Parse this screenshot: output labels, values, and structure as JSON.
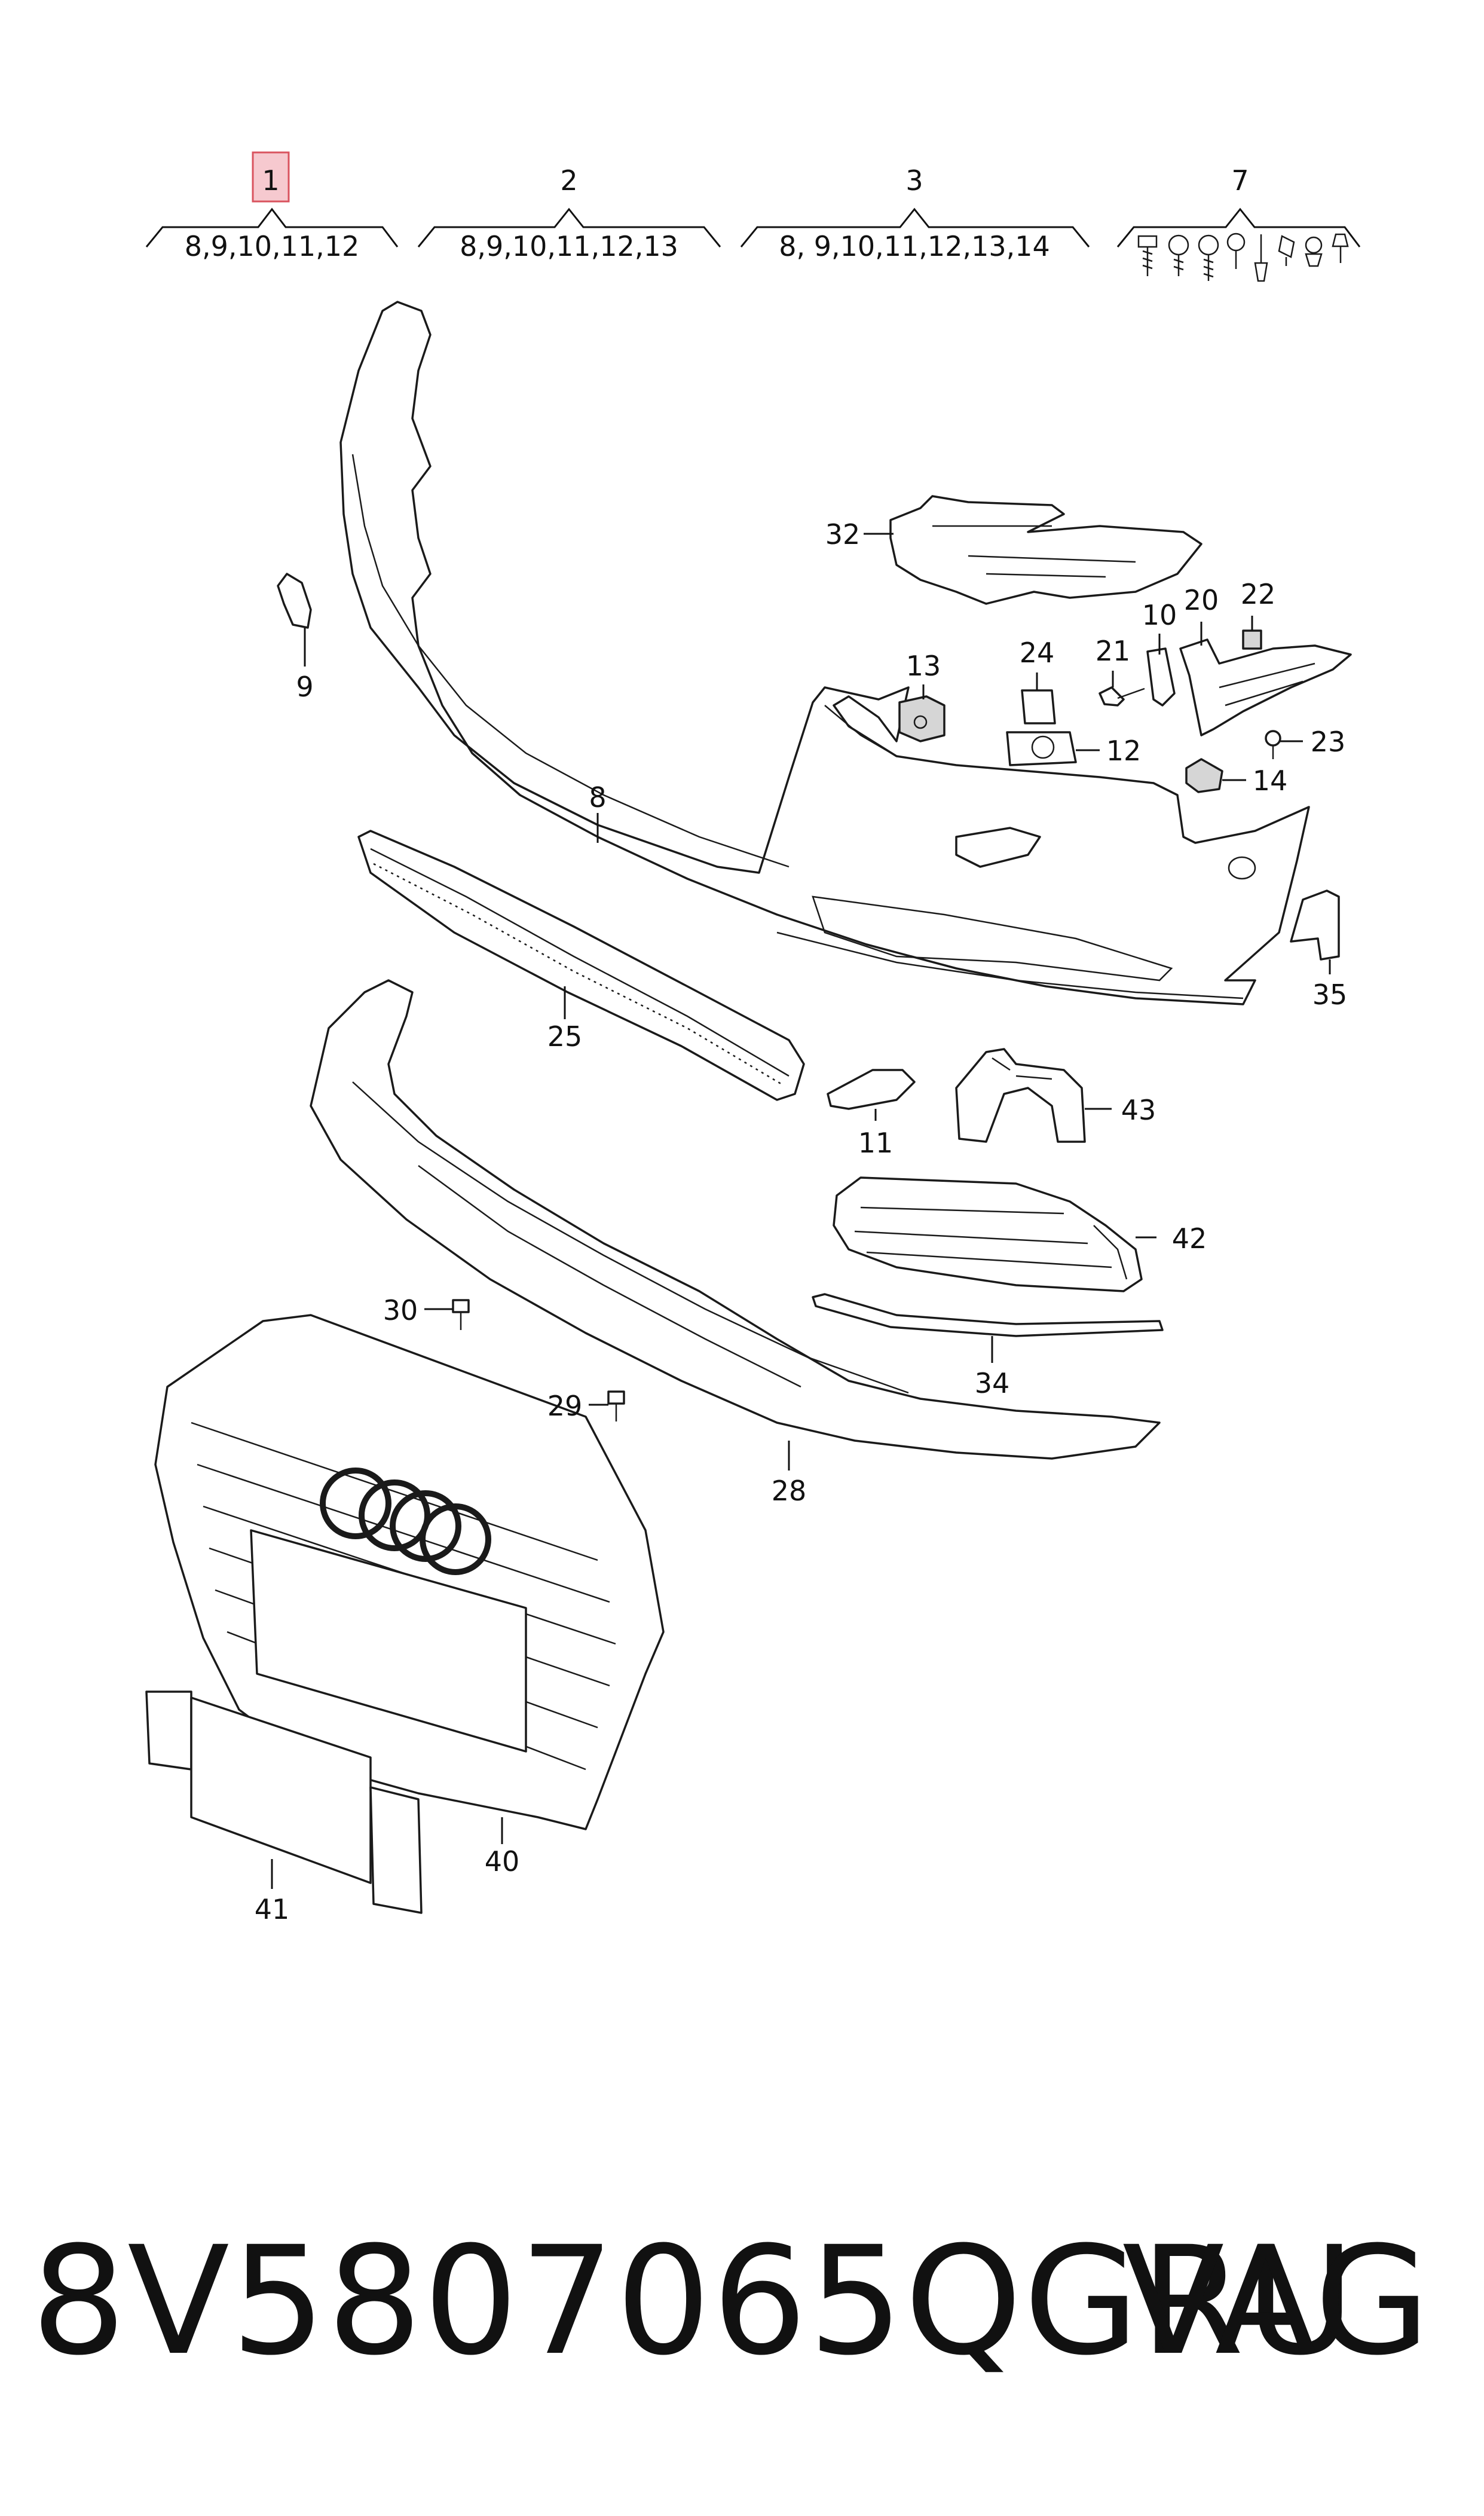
{
  "groups": [
    {
      "number": "1",
      "includes": "8,9,10,11,12",
      "highlighted": true
    },
    {
      "number": "2",
      "includes": "8,9,10,11,12,13"
    },
    {
      "number": "3",
      "includes": "8, 9,10,11,12,13,14"
    },
    {
      "number": "7",
      "includes": ""
    }
  ],
  "callouts": {
    "c8": "8",
    "c9": "9",
    "c10": "10",
    "c11": "11",
    "c12": "12",
    "c13": "13",
    "c14": "14",
    "c20": "20",
    "c21": "21",
    "c22": "22",
    "c23": "23",
    "c24": "24",
    "c25": "25",
    "c28": "28",
    "c29": "29",
    "c30": "30",
    "c32": "32",
    "c34": "34",
    "c35": "35",
    "c40": "40",
    "c41": "41",
    "c42": "42",
    "c43": "43"
  },
  "footer": {
    "part_number": "8V5807065QGRU",
    "brand": "VAG"
  },
  "colors": {
    "highlight_fill": "#f6c9cf",
    "highlight_stroke": "#d9545f",
    "line": "#1a1a1a",
    "background": "#ffffff"
  }
}
